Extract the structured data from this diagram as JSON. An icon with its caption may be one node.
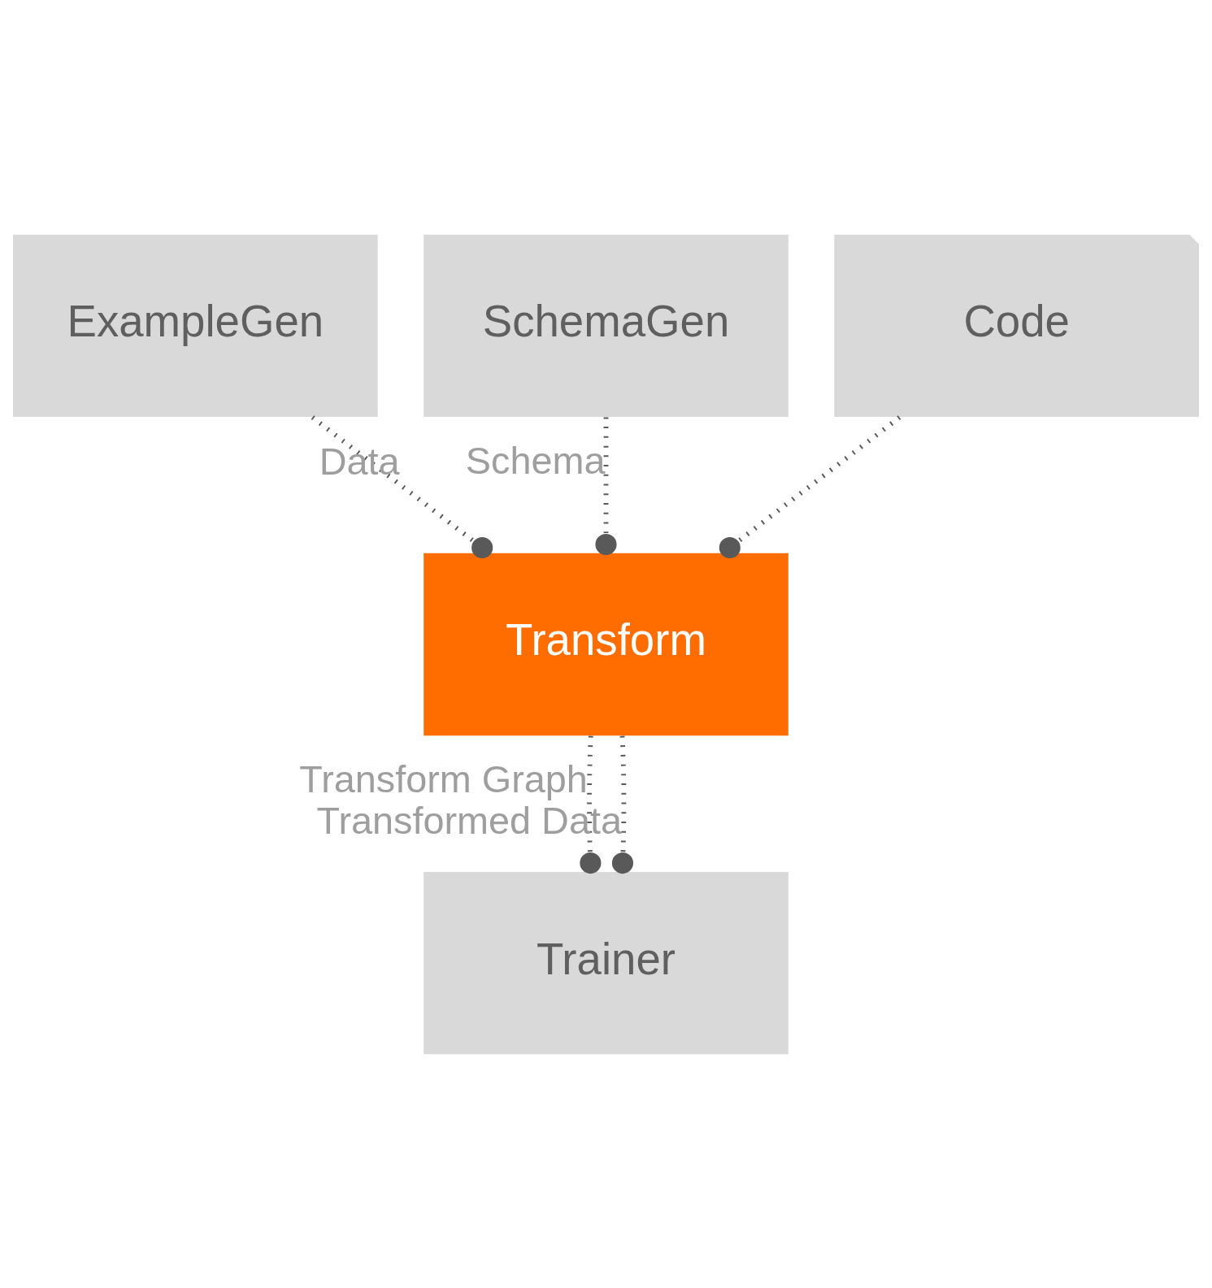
{
  "diagram": {
    "nodes": [
      {
        "text": [
          "ExampleGen"
        ]
      },
      {
        "text": [
          "SchemaGen"
        ]
      },
      {
        "text": [
          "Code"
        ]
      },
      {
        "text": [
          "Transform"
        ]
      },
      {
        "text": [
          "Trainer"
        ]
      }
    ],
    "edges": [
      {
        "from": 0,
        "to": 3,
        "arrow": "other",
        "label": "Data"
      },
      {
        "from": 1,
        "to": 3,
        "arrow": "other",
        "label": "Schema"
      },
      {
        "from": 2,
        "to": 3,
        "arrow": "other"
      },
      {
        "from": 3,
        "to": 4,
        "arrow": "other",
        "label": "Transform Graph"
      },
      {
        "from": 3,
        "to": 4,
        "arrow": "other",
        "label": "Transformed Data"
      }
    ]
  }
}
